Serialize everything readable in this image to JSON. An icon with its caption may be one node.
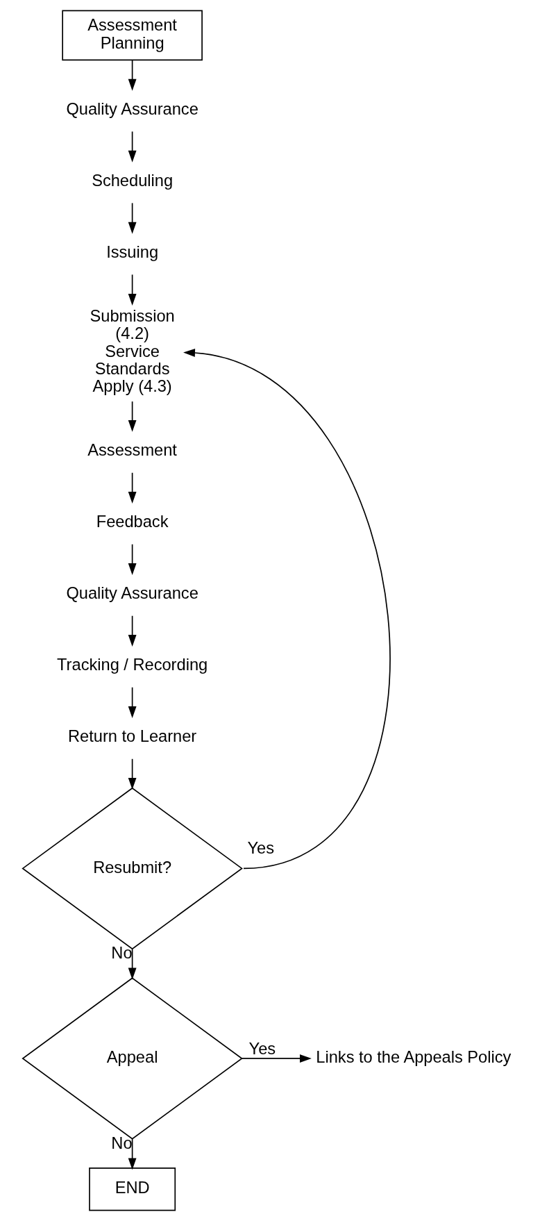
{
  "diagram": {
    "nodes": [
      {
        "text": [
          "Assessment Planning"
        ]
      },
      {
        "text": [
          "Quality Assurance"
        ]
      },
      {
        "text": [
          "Scheduling"
        ]
      },
      {
        "text": [
          "Issuing"
        ]
      },
      {
        "text": [
          "Submission (4.2) Service Standards Apply (4.3)"
        ]
      },
      {
        "text": [
          "Assessment"
        ]
      },
      {
        "text": [
          "Feedback"
        ]
      },
      {
        "text": [
          "Quality Assurance"
        ]
      },
      {
        "text": [
          "Tracking / Recording"
        ]
      },
      {
        "text": [
          "Return to Learner"
        ]
      },
      {
        "text": [
          "Resubmit?"
        ]
      },
      {
        "text": [
          "Appeal"
        ]
      },
      {
        "text": [
          "Links to the Appeals Policy"
        ]
      },
      {
        "text": [
          "END"
        ]
      }
    ],
    "edges": [
      {
        "from": 0,
        "to": 1,
        "arrow": "to"
      },
      {
        "from": 1,
        "to": 2,
        "arrow": "to"
      },
      {
        "from": 2,
        "to": 3,
        "arrow": "to"
      },
      {
        "from": 3,
        "to": 4,
        "arrow": "to"
      },
      {
        "from": 4,
        "to": 5,
        "arrow": "to"
      },
      {
        "from": 5,
        "to": 6,
        "arrow": "to"
      },
      {
        "from": 6,
        "to": 7,
        "arrow": "to"
      },
      {
        "from": 7,
        "to": 8,
        "arrow": "to"
      },
      {
        "from": 8,
        "to": 9,
        "arrow": "to"
      },
      {
        "from": 9,
        "to": 10,
        "arrow": "to"
      },
      {
        "from": 10,
        "to": 4,
        "arrow": "to",
        "label": "Yes"
      },
      {
        "from": 10,
        "to": 11,
        "arrow": "to",
        "label": "No"
      },
      {
        "from": 11,
        "to": 12,
        "arrow": "to",
        "label": "Yes"
      },
      {
        "from": 11,
        "to": 13,
        "arrow": "to",
        "label": "No"
      }
    ]
  }
}
